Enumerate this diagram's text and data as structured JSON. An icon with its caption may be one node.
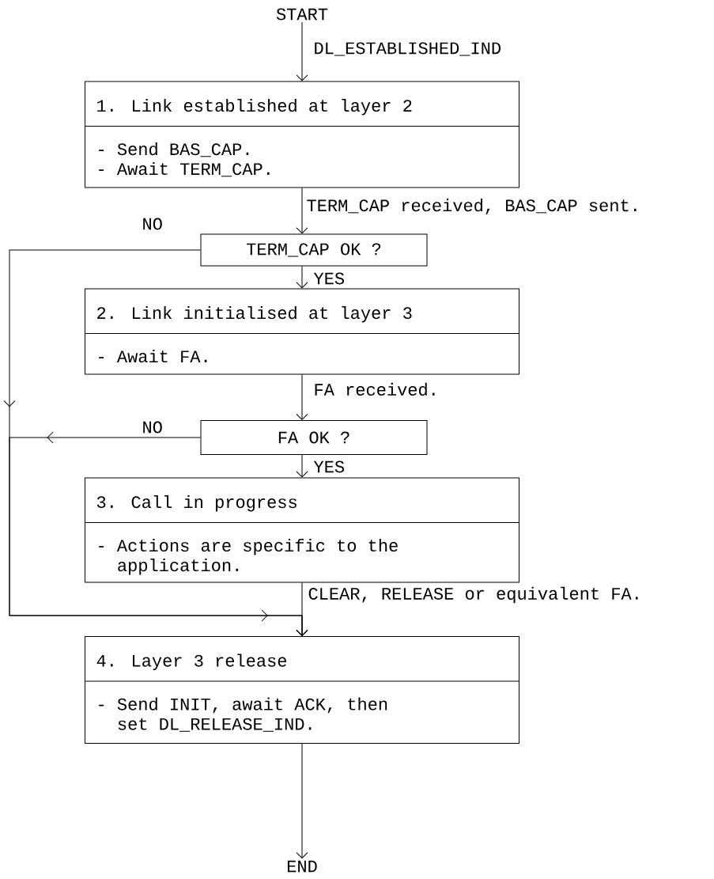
{
  "diagram": {
    "nodes": [
      {
        "text": [
          "START"
        ]
      },
      {
        "text": [
          "1. Link established at layer 2",
          "- Send BAS_CAP.",
          "- Await TERM_CAP."
        ]
      },
      {
        "text": [
          "TERM_CAP OK ?"
        ]
      },
      {
        "text": [
          "2. Link initialised at layer 3",
          "- Await FA."
        ]
      },
      {
        "text": [
          "FA OK ?"
        ]
      },
      {
        "text": [
          "3. Call in progress",
          "- Actions are specific to the application."
        ]
      },
      {
        "text": [
          "4. Layer 3 release",
          "- Send INIT, await ACK, then set DL_RELEASE_IND."
        ]
      },
      {
        "text": [
          "END"
        ]
      }
    ],
    "edges": [
      {
        "from": 0,
        "to": 1,
        "arrow": "to",
        "label": "DL_ESTABLISHED_IND"
      },
      {
        "from": 1,
        "to": 2,
        "arrow": "to",
        "label": "TERM_CAP received, BAS_CAP sent."
      },
      {
        "from": 2,
        "to": 3,
        "arrow": "to",
        "label": "YES"
      },
      {
        "from": 3,
        "to": 4,
        "arrow": "to",
        "label": "FA received."
      },
      {
        "from": 4,
        "to": 5,
        "arrow": "to",
        "label": "YES"
      },
      {
        "from": 5,
        "to": 6,
        "arrow": "to",
        "label": "CLEAR, RELEASE or equivalent FA."
      },
      {
        "from": 6,
        "to": 7,
        "arrow": "to"
      },
      {
        "from": 2,
        "to": 6,
        "arrow": "to",
        "label": "NO"
      },
      {
        "from": 4,
        "to": 6,
        "arrow": "to",
        "label": "NO"
      }
    ]
  }
}
